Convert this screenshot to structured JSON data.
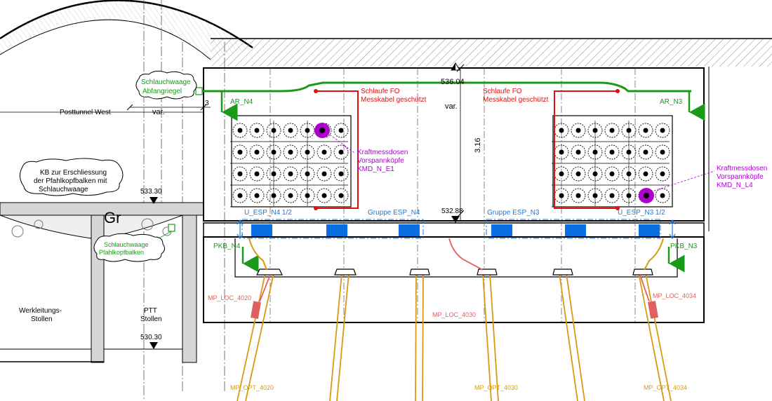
{
  "colors": {
    "green": "#1a9a1a",
    "red": "#e01010",
    "magenta": "#b000d0",
    "blue": "#1a7ad8",
    "blue_fill": "#0a6fe0",
    "pink": "#e06060",
    "gold": "#d89a10",
    "line": "#000000",
    "gray_hatch": "#9a9a9a"
  },
  "labels": {
    "posttunnel_west": "Posttunnel West",
    "kb_line1": "KB zur Erschliessung",
    "kb_line2": "der Pfahlkopfbalken mit",
    "kb_line3": "Schlauchwaage",
    "gr": "Gr",
    "werkleitungs_line1": "Werkleitungs-",
    "werkleitungs_line2": "Stollen",
    "ptt_line1": "PTT",
    "ptt_line2": "Stollen",
    "var_left": "var.",
    "var_mid": "var.",
    "dim_3": "3",
    "dim_316": "3.16"
  },
  "elevations": {
    "top": "536.04",
    "e533": "533.30",
    "e532": "532.88",
    "e530": "530.30"
  },
  "green_labels": {
    "schlauch_abf_1": "Schlauchwaage",
    "schlauch_abf_2": "Abfangriegel",
    "schlauch_pfk_1": "Schlauchwaage",
    "schlauch_pfk_2": "Pfahlkopfbalken",
    "ar_n4": "AR_N4",
    "ar_n3": "AR_N3",
    "pkb_n4": "PKB_N4",
    "pkb_n3": "PKB_N3"
  },
  "red_labels": {
    "schlaufe_left_1": "Schlaufe FO",
    "schlaufe_left_2": "Messkabel geschützt",
    "schlaufe_right_1": "Schlaufe FO",
    "schlaufe_right_2": "Messkabel geschützt"
  },
  "magenta_labels": {
    "kmd_left_1": "Kraftmessdosen",
    "kmd_left_2": "Vorspannköpfe",
    "kmd_left_3": "KMD_N_E1",
    "kmd_right_1": "Kraftmessdosen",
    "kmd_right_2": "Vorspannköpfe",
    "kmd_right_3": "KMD_N_L4"
  },
  "blue_labels": {
    "u_esp_n4": "U_ESP_N4 1/2",
    "gruppe_esp_n4": "Gruppe ESP_N4",
    "gruppe_esp_n3": "Gruppe ESP_N3",
    "u_esp_n3": "U_ESP_N3 1/2"
  },
  "pink_labels": {
    "mp_loc_4020": "MP_LOC_4020",
    "mp_loc_4030": "MP_LOC_4030",
    "mp_loc_4034": "MP_LOC_4034"
  },
  "gold_labels": {
    "mp_opt_4020": "MP_OPT_4020",
    "mp_opt_4030": "MP_OPT_4030",
    "mp_opt_4034": "MP_OPT_4034"
  }
}
